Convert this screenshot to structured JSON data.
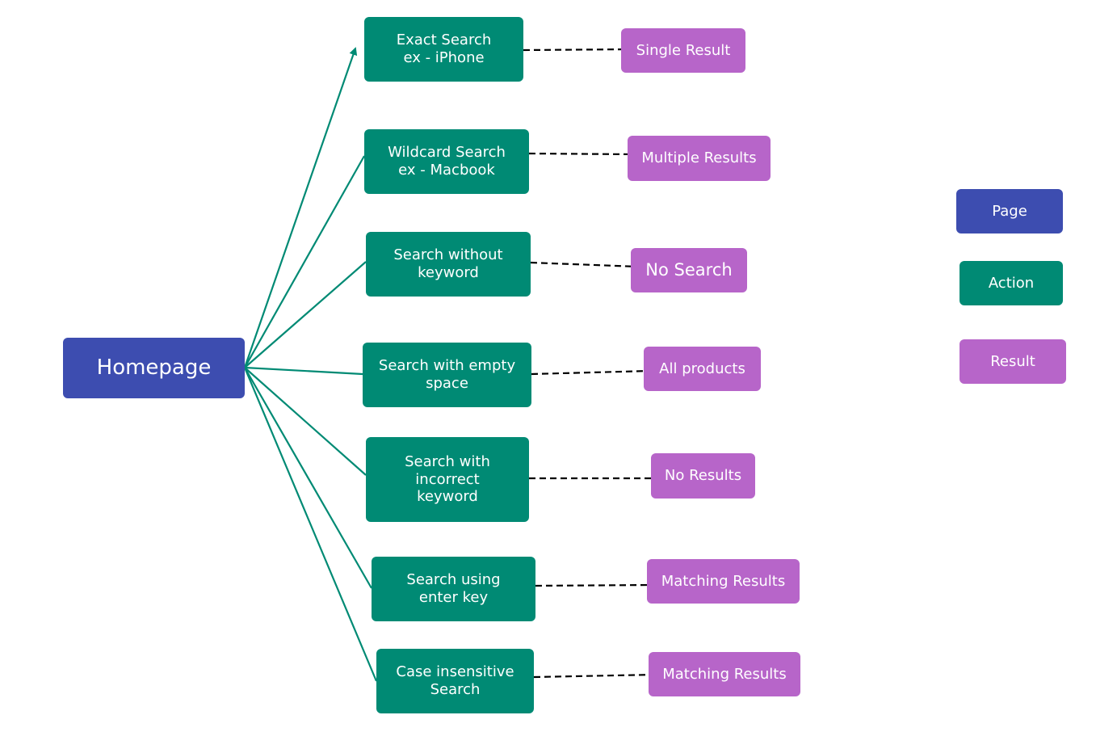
{
  "root": {
    "label": "Homepage"
  },
  "actions": [
    {
      "label": "Exact Search\nex - iPhone"
    },
    {
      "label": "Wildcard Search\nex - Macbook"
    },
    {
      "label": "Search without\nkeyword"
    },
    {
      "label": "Search with empty\nspace"
    },
    {
      "label": "Search with\nincorrect\nkeyword"
    },
    {
      "label": "Search using\nenter key"
    },
    {
      "label": "Case insensitive\nSearch"
    }
  ],
  "results": [
    {
      "label": "Single Result"
    },
    {
      "label": "Multiple Results"
    },
    {
      "label": "No Search"
    },
    {
      "label": "All products"
    },
    {
      "label": "No Results"
    },
    {
      "label": "Matching Results"
    },
    {
      "label": "Matching Results"
    }
  ],
  "legend": {
    "page": "Page",
    "action": "Action",
    "result": "Result"
  },
  "colors": {
    "page": "#3d4db0",
    "action": "#008a74",
    "result": "#b765c9",
    "connector": "#008a74",
    "result_arrow": "#000000"
  }
}
